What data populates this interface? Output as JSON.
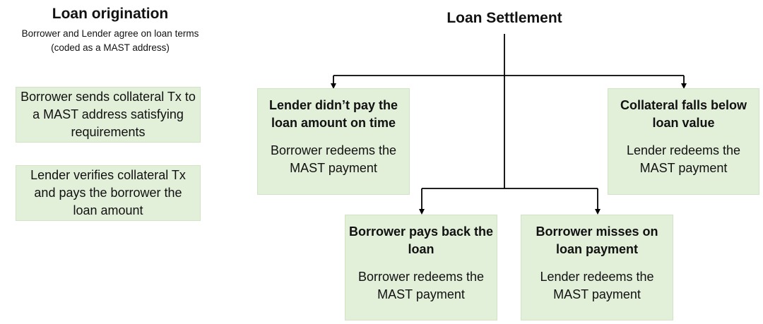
{
  "origination": {
    "title": "Loan origination",
    "subtitle_line1": "Borrower and Lender agree on loan terms",
    "subtitle_line2": "(coded as a MAST address)",
    "steps": [
      {
        "text": "Borrower sends collateral Tx to a MAST address satisfying requirements"
      },
      {
        "text": "Lender verifies collateral Tx and pays the borrower the loan amount"
      }
    ]
  },
  "settlement": {
    "title": "Loan Settlement",
    "outcomes": [
      {
        "title": "Lender didn’t pay the loan amount on time",
        "body": "Borrower redeems the MAST payment"
      },
      {
        "title": "Collateral falls below loan value",
        "body": "Lender redeems the MAST payment"
      },
      {
        "title": "Borrower pays back the loan",
        "body": "Borrower redeems the MAST payment"
      },
      {
        "title": "Borrower misses on loan payment",
        "body": "Lender redeems the MAST payment"
      }
    ]
  },
  "colors": {
    "box_fill": "#e2efd9",
    "connector": "#000000"
  }
}
